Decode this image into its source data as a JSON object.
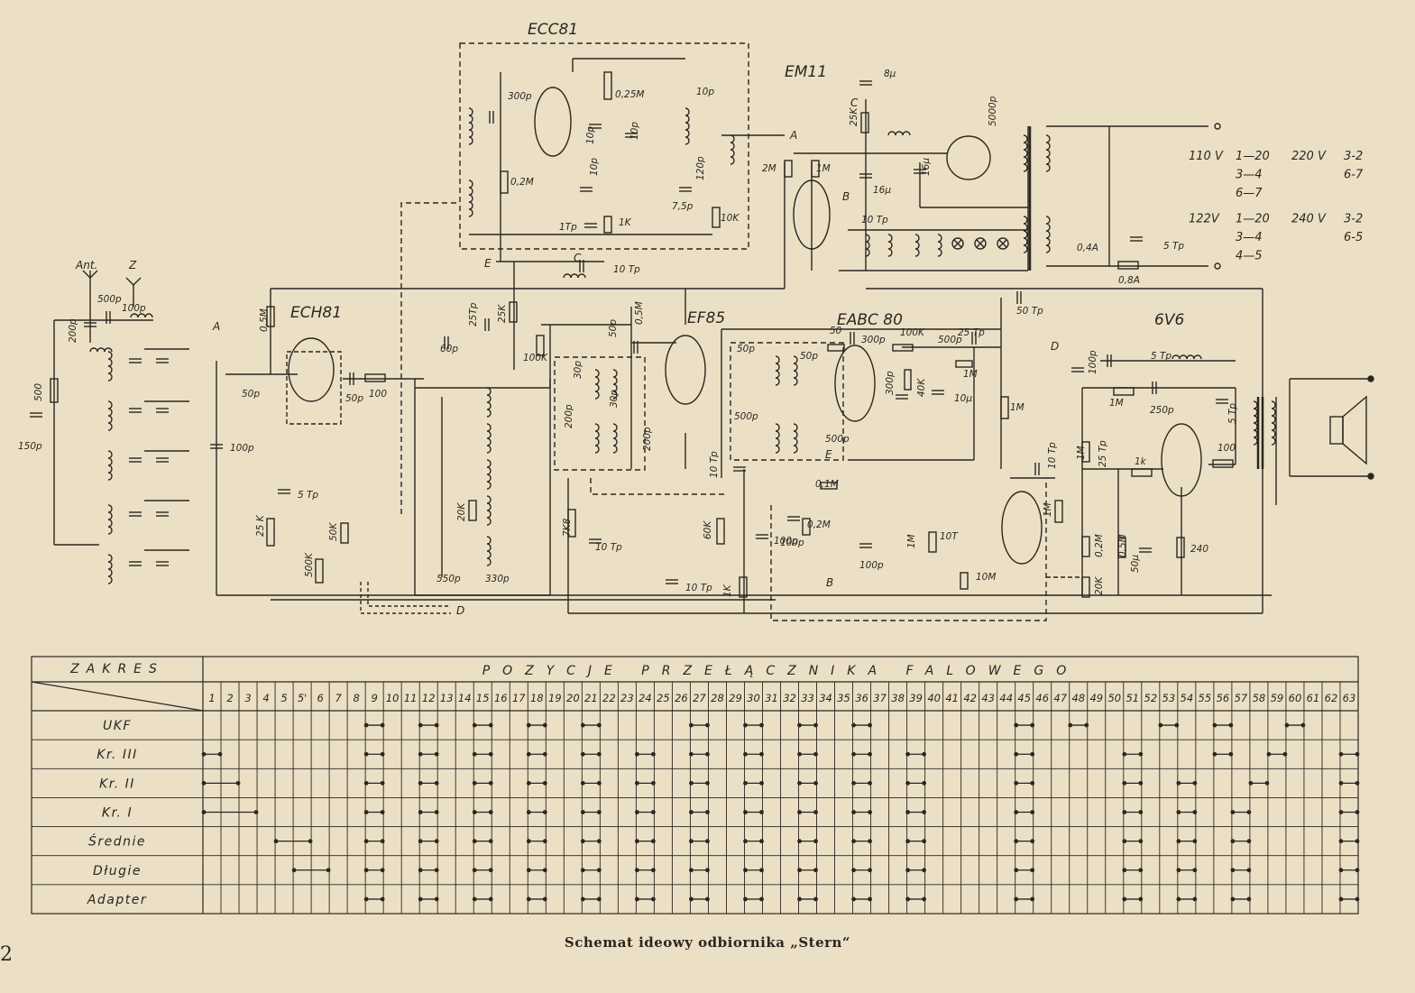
{
  "tube_labels": {
    "ecc81": "ECC81",
    "em11": "EM11",
    "ech81": "ECH81",
    "ef85": "EF85",
    "eabc80": "EABC 80",
    "6v6": "6V6"
  },
  "nodes": {
    "A": "A",
    "B": "B",
    "C": "C",
    "D": "D",
    "E": "E",
    "ant": "Ant.",
    "z": "Z"
  },
  "components": [
    {
      "id": "c-300p-ecc",
      "text": "300p"
    },
    {
      "id": "r-025m",
      "text": "0,25M"
    },
    {
      "id": "c-10p-a",
      "text": "10p"
    },
    {
      "id": "c-10p-b",
      "text": "10p"
    },
    {
      "id": "c-10p-c",
      "text": "10p"
    },
    {
      "id": "c-10p-d",
      "text": "10p"
    },
    {
      "id": "c-120p",
      "text": "120p"
    },
    {
      "id": "r-02m",
      "text": "0,2M"
    },
    {
      "id": "c-1tp",
      "text": "1Tp"
    },
    {
      "id": "r-1k",
      "text": "1K"
    },
    {
      "id": "c-75p",
      "text": "7,5p"
    },
    {
      "id": "r-10k",
      "text": "10K"
    },
    {
      "id": "c-8u",
      "text": "8µ"
    },
    {
      "id": "r-25k-em",
      "text": "25K"
    },
    {
      "id": "r-2m",
      "text": "2M"
    },
    {
      "id": "r-1m-em",
      "text": "1M"
    },
    {
      "id": "c-16u-a",
      "text": "16µ"
    },
    {
      "id": "c-16u-b",
      "text": "16µ"
    },
    {
      "id": "c-10tp-em",
      "text": "10 Tp"
    },
    {
      "id": "c-5000p",
      "text": "5000p"
    },
    {
      "id": "c-500p-ant",
      "text": "500p"
    },
    {
      "id": "c-100p-ant",
      "text": "100p"
    },
    {
      "id": "c-200p",
      "text": "200p"
    },
    {
      "id": "r-500",
      "text": "500"
    },
    {
      "id": "c-150p",
      "text": "150p"
    },
    {
      "id": "r-05m-ech",
      "text": "0,5M"
    },
    {
      "id": "c-50p-ech",
      "text": "50p"
    },
    {
      "id": "c-50p-ech2",
      "text": "50p"
    },
    {
      "id": "r-100",
      "text": "100"
    },
    {
      "id": "c-5tp",
      "text": "5 Tp"
    },
    {
      "id": "r-25k-ech",
      "text": "25 K"
    },
    {
      "id": "r-50k",
      "text": "50K"
    },
    {
      "id": "r-500k",
      "text": "500K"
    },
    {
      "id": "c-100p-tune",
      "text": "100p"
    },
    {
      "id": "c-25tp",
      "text": "25Tp"
    },
    {
      "id": "r-25k-b",
      "text": "25K"
    },
    {
      "id": "c-10tp-sw",
      "text": "10 Tp"
    },
    {
      "id": "c-60p",
      "text": "60p"
    },
    {
      "id": "r-100k",
      "text": "100K"
    },
    {
      "id": "c-20k",
      "text": "20K"
    },
    {
      "id": "c-550p",
      "text": "550p"
    },
    {
      "id": "c-330p",
      "text": "330p"
    },
    {
      "id": "r-05m-ef",
      "text": "0,5M"
    },
    {
      "id": "c-50p-ef",
      "text": "50p"
    },
    {
      "id": "c-30p",
      "text": "30p"
    },
    {
      "id": "c-30p-b",
      "text": "30p"
    },
    {
      "id": "c-200p-a",
      "text": "200p"
    },
    {
      "id": "c-200p-b",
      "text": "200p"
    },
    {
      "id": "r-7k8",
      "text": "7K8"
    },
    {
      "id": "c-10tp-ef",
      "text": "10 Tp"
    },
    {
      "id": "c-10tp-ef2",
      "text": "10 Tp"
    },
    {
      "id": "r-60k",
      "text": "60K"
    },
    {
      "id": "r-1k-ef",
      "text": "1K"
    },
    {
      "id": "c-10tp-ef3",
      "text": "10 Tp"
    },
    {
      "id": "c-100p-ef",
      "text": "100p"
    },
    {
      "id": "c-50p-f2",
      "text": "50p"
    },
    {
      "id": "c-50p-f2b",
      "text": "50p"
    },
    {
      "id": "c-500p-f4",
      "text": "500p"
    },
    {
      "id": "c-500p-f4b",
      "text": "500p"
    },
    {
      "id": "r-50",
      "text": "50"
    },
    {
      "id": "c-300p-eabc",
      "text": "300p"
    },
    {
      "id": "r-100k-eabc",
      "text": "100K"
    },
    {
      "id": "c-500p-eabc",
      "text": "500p"
    },
    {
      "id": "c-25tp-eabc",
      "text": "25 Tp"
    },
    {
      "id": "c-300p-b",
      "text": "300p"
    },
    {
      "id": "r-40k",
      "text": "40K"
    },
    {
      "id": "r-1m-eabc",
      "text": "1M"
    },
    {
      "id": "c-10u",
      "text": "10µ"
    },
    {
      "id": "c-50tp",
      "text": "50 Tp"
    },
    {
      "id": "r-1m-b",
      "text": "1M"
    },
    {
      "id": "r-01m",
      "text": "0,1M"
    },
    {
      "id": "r-02m-b",
      "text": "0,2M"
    },
    {
      "id": "c-100p-b",
      "text": "100p"
    },
    {
      "id": "c-100p-c",
      "text": "100p"
    },
    {
      "id": "r-1m-c",
      "text": "1M"
    },
    {
      "id": "c-10t",
      "text": "10T"
    },
    {
      "id": "r-10m",
      "text": "10M"
    },
    {
      "id": "r-1m-d",
      "text": "1M"
    },
    {
      "id": "c-10tp-6v6",
      "text": "10 Tp"
    },
    {
      "id": "c-100p-6v6",
      "text": "100p"
    },
    {
      "id": "c-5tp-6v6",
      "text": "5 Tp"
    },
    {
      "id": "r-1m-6v6",
      "text": "1M"
    },
    {
      "id": "c-250p",
      "text": "250p"
    },
    {
      "id": "r-1m-e",
      "text": "1M"
    },
    {
      "id": "c-25tp-6v6",
      "text": "25 Tp"
    },
    {
      "id": "r-1k-6v6",
      "text": "1k"
    },
    {
      "id": "r-100-6v6",
      "text": "100"
    },
    {
      "id": "c-5tp-b",
      "text": "5 Tp"
    },
    {
      "id": "r-02m-6v6",
      "text": "0,2M"
    },
    {
      "id": "r-20k",
      "text": "20K"
    },
    {
      "id": "r-05m-6v6",
      "text": "0,5M"
    },
    {
      "id": "c-50u",
      "text": "50µ"
    },
    {
      "id": "r-240",
      "text": "240"
    },
    {
      "id": "c-5tp-mains",
      "text": "5 Tp"
    },
    {
      "id": "f-04a",
      "text": "0,4A"
    },
    {
      "id": "f-08a",
      "text": "0,8A"
    }
  ],
  "voltage_table": [
    {
      "v": "110 V",
      "a": "1—20",
      "v2": "220 V",
      "b": "3-2"
    },
    {
      "v": "",
      "a": "3—4",
      "v2": "",
      "b": "6-7"
    },
    {
      "v": "",
      "a": "6—7",
      "v2": "",
      "b": ""
    },
    {
      "v": "122V",
      "a": "1—20",
      "v2": "240 V",
      "b": "3-2"
    },
    {
      "v": "",
      "a": "3—4",
      "v2": "",
      "b": "6-5"
    },
    {
      "v": "",
      "a": "4—5",
      "v2": "",
      "b": ""
    }
  ],
  "switch_table": {
    "header_left": "ZAKRES",
    "header_right": "POZYCJE   PRZEŁĄCZNIKA   FALOWEGO",
    "positions": [
      "1",
      "2",
      "3",
      "4",
      "5",
      "5'",
      "6",
      "7",
      "8",
      "9",
      "10",
      "11",
      "12",
      "13",
      "14",
      "15",
      "16",
      "17",
      "18",
      "19",
      "20",
      "21",
      "22",
      "23",
      "24",
      "25",
      "26",
      "27",
      "28",
      "29",
      "30",
      "31",
      "32",
      "33",
      "34",
      "35",
      "36",
      "37",
      "38",
      "39",
      "40",
      "41",
      "42",
      "43",
      "44",
      "45",
      "46",
      "47",
      "48",
      "49",
      "50",
      "51",
      "52",
      "53",
      "54",
      "55",
      "56",
      "57",
      "58",
      "59",
      "60",
      "61",
      "62",
      "63"
    ],
    "rows": [
      {
        "label": "UKF",
        "links": [
          [
            9,
            10
          ],
          [
            12,
            13
          ],
          [
            15,
            16
          ],
          [
            18,
            19
          ],
          [
            21,
            22
          ],
          [
            27,
            28
          ],
          [
            30,
            31
          ],
          [
            33,
            34
          ],
          [
            36,
            37
          ],
          [
            45,
            46
          ],
          [
            48,
            49
          ],
          [
            53,
            54
          ],
          [
            56,
            57
          ],
          [
            60,
            61
          ]
        ]
      },
      {
        "label": "Kr. III",
        "links": [
          [
            0,
            1
          ],
          [
            9,
            10
          ],
          [
            12,
            13
          ],
          [
            15,
            16
          ],
          [
            18,
            19
          ],
          [
            21,
            22
          ],
          [
            24,
            25
          ],
          [
            27,
            28
          ],
          [
            30,
            31
          ],
          [
            33,
            34
          ],
          [
            36,
            37
          ],
          [
            39,
            40
          ],
          [
            45,
            46
          ],
          [
            51,
            52
          ],
          [
            56,
            57
          ],
          [
            59,
            60
          ],
          [
            63,
            64
          ]
        ]
      },
      {
        "label": "Kr. II",
        "links": [
          [
            0,
            2
          ],
          [
            9,
            10
          ],
          [
            12,
            13
          ],
          [
            15,
            16
          ],
          [
            18,
            19
          ],
          [
            21,
            22
          ],
          [
            24,
            25
          ],
          [
            27,
            28
          ],
          [
            30,
            31
          ],
          [
            33,
            34
          ],
          [
            36,
            37
          ],
          [
            39,
            40
          ],
          [
            45,
            46
          ],
          [
            51,
            52
          ],
          [
            54,
            55
          ],
          [
            58,
            59
          ],
          [
            63,
            64
          ]
        ]
      },
      {
        "label": "Kr. I",
        "links": [
          [
            0,
            3
          ],
          [
            9,
            10
          ],
          [
            12,
            13
          ],
          [
            15,
            16
          ],
          [
            18,
            19
          ],
          [
            21,
            22
          ],
          [
            24,
            25
          ],
          [
            27,
            28
          ],
          [
            30,
            31
          ],
          [
            33,
            34
          ],
          [
            36,
            37
          ],
          [
            39,
            40
          ],
          [
            45,
            46
          ],
          [
            51,
            52
          ],
          [
            54,
            55
          ],
          [
            57,
            58
          ],
          [
            63,
            64
          ]
        ]
      },
      {
        "label": "Średnie",
        "links": [
          [
            4,
            6
          ],
          [
            9,
            10
          ],
          [
            12,
            13
          ],
          [
            15,
            16
          ],
          [
            18,
            19
          ],
          [
            21,
            22
          ],
          [
            24,
            25
          ],
          [
            27,
            28
          ],
          [
            30,
            31
          ],
          [
            33,
            34
          ],
          [
            36,
            37
          ],
          [
            39,
            40
          ],
          [
            45,
            46
          ],
          [
            51,
            52
          ],
          [
            54,
            55
          ],
          [
            57,
            58
          ],
          [
            63,
            64
          ]
        ]
      },
      {
        "label": "Długie",
        "links": [
          [
            5,
            7
          ],
          [
            9,
            10
          ],
          [
            12,
            13
          ],
          [
            15,
            16
          ],
          [
            18,
            19
          ],
          [
            21,
            22
          ],
          [
            24,
            25
          ],
          [
            27,
            28
          ],
          [
            30,
            31
          ],
          [
            33,
            34
          ],
          [
            36,
            37
          ],
          [
            39,
            40
          ],
          [
            45,
            46
          ],
          [
            51,
            52
          ],
          [
            54,
            55
          ],
          [
            57,
            58
          ],
          [
            63,
            64
          ]
        ]
      },
      {
        "label": "Adapter",
        "links": [
          [
            9,
            10
          ],
          [
            12,
            13
          ],
          [
            15,
            16
          ],
          [
            18,
            19
          ],
          [
            21,
            22
          ],
          [
            24,
            25
          ],
          [
            27,
            28
          ],
          [
            30,
            31
          ],
          [
            33,
            34
          ],
          [
            36,
            37
          ],
          [
            39,
            40
          ],
          [
            45,
            46
          ],
          [
            51,
            52
          ],
          [
            54,
            55
          ],
          [
            57,
            58
          ],
          [
            63,
            64
          ]
        ]
      }
    ]
  },
  "caption": "Schemat ideowy odbiornika „Stern“",
  "page_number": "2"
}
